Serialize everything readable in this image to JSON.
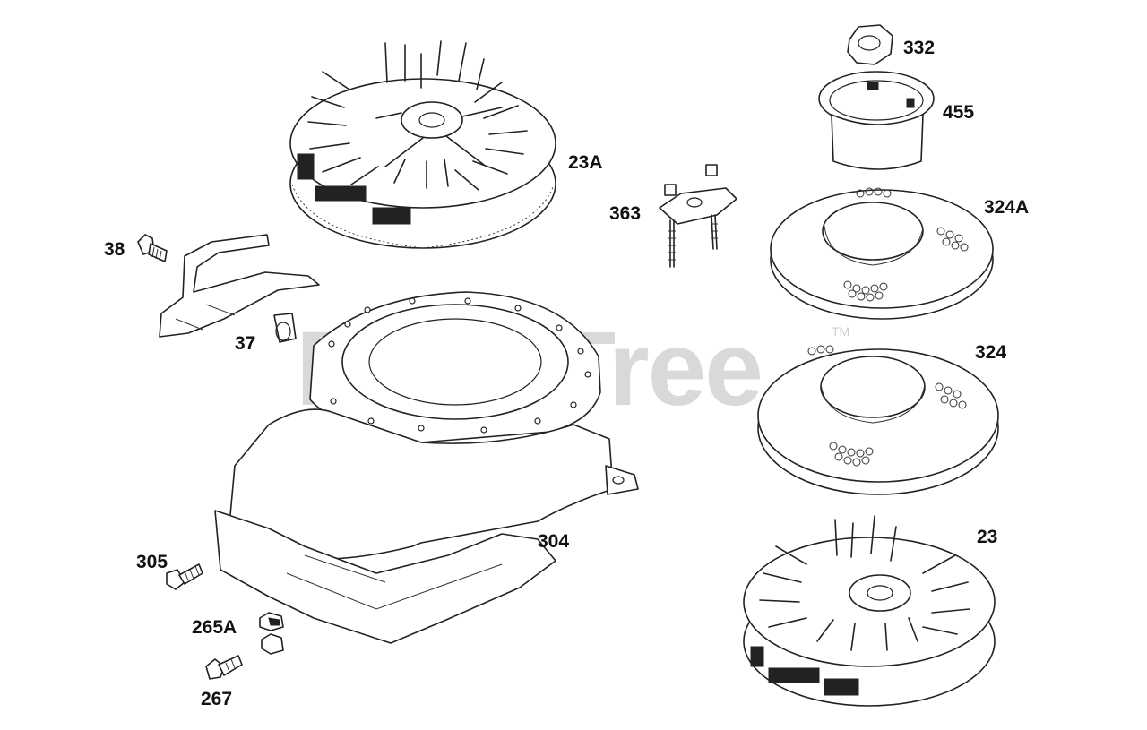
{
  "watermark": {
    "text": "PartsTree",
    "tm": "TM",
    "color": "#d9d9d9"
  },
  "callouts": [
    {
      "id": "332",
      "text": "332"
    },
    {
      "id": "455",
      "text": "455"
    },
    {
      "id": "23A",
      "text": "23A"
    },
    {
      "id": "363",
      "text": "363"
    },
    {
      "id": "324A",
      "text": "324A"
    },
    {
      "id": "38",
      "text": "38"
    },
    {
      "id": "37",
      "text": "37"
    },
    {
      "id": "324",
      "text": "324"
    },
    {
      "id": "23",
      "text": "23"
    },
    {
      "id": "304",
      "text": "304"
    },
    {
      "id": "305",
      "text": "305"
    },
    {
      "id": "265A",
      "text": "265A"
    },
    {
      "id": "267",
      "text": "267"
    }
  ]
}
